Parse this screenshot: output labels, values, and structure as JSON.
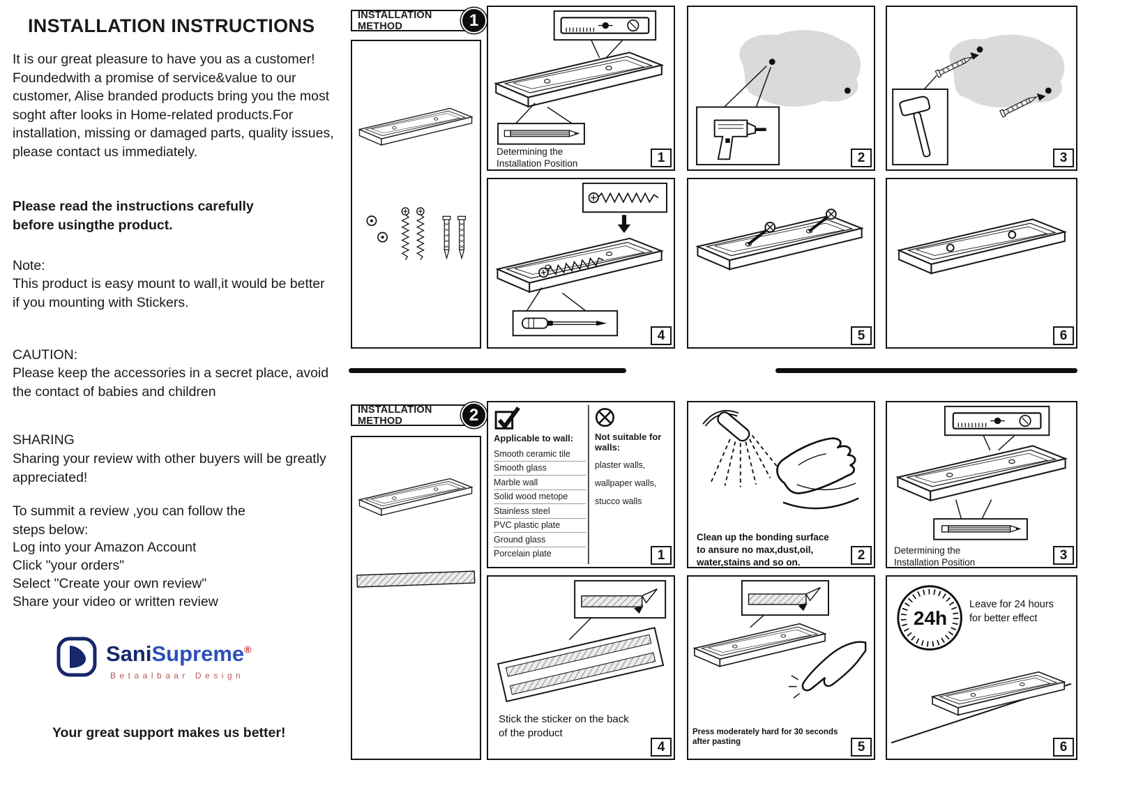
{
  "colors": {
    "ink": "#1a1a1a",
    "brand_navy": "#16276b",
    "brand_blue": "#2b50b8",
    "brand_red": "#cc2222",
    "tagline_red": "#b85450",
    "wall_gray": "#dadada"
  },
  "left": {
    "title": "INSTALLATION INSTRUCTIONS",
    "intro": "It is our great pleasure to have you as a customer! Foundedwith a promise of service&value to our customer, Alise branded products bring you the most soght after looks in Home-related products.For installation, missing or damaged parts, quality issues, please contact us immediately.",
    "read_note": "Please read the instructions carefully before usingthe product.",
    "note_label": "Note:",
    "note_text": "This product is easy mount to wall,it would be better if you mounting with Stickers.",
    "caution_label": "CAUTION:",
    "caution_text": "Please keep the accessories in a secret place, avoid the contact of babies and children",
    "sharing_label": "SHARING",
    "sharing_text": "Sharing your review with other buyers will be greatly appreciated!",
    "review_intro": "To summit a review ,you can follow the steps below:",
    "review_steps": [
      "Log into your Amazon Account",
      "Click \"your orders\"",
      "Select \"Create your own review\"",
      "Share your video or written review"
    ],
    "brand": {
      "part1": "Sani",
      "part2": "Supreme",
      "reg": "®",
      "tagline": "Betaalbaar Design"
    },
    "footer": "Your great support makes us better!"
  },
  "method1": {
    "title": "INSTALLATION METHOD",
    "number": "1",
    "step1_caption": [
      "Determining the",
      "Installation Position"
    ],
    "badges": [
      "1",
      "2",
      "3",
      "4",
      "5",
      "6"
    ]
  },
  "method2": {
    "title": "INSTALLATION METHOD",
    "number": "2",
    "badges": [
      "1",
      "2",
      "3",
      "4",
      "5",
      "6"
    ],
    "step1": {
      "applicable_label": "Applicable to wall:",
      "applicable_items": [
        "Smooth ceramic tile",
        "Smooth glass",
        "Marble wall",
        "Solid wood metope",
        "Stainless steel",
        "PVC plastic plate",
        "Ground glass",
        "Porcelain plate"
      ],
      "not_suitable_label": "Not suitable for walls:",
      "not_suitable_items": [
        "plaster walls,",
        "wallpaper walls,",
        "stucco walls"
      ]
    },
    "step2_caption": [
      "Clean up the bonding surface",
      "to ansure no max,dust,oil,",
      "water,stains and so on."
    ],
    "step3_caption": [
      "Determining the",
      "Installation Position"
    ],
    "step4_caption": [
      "Stick the sticker on the back",
      "of the product"
    ],
    "step5_caption": [
      "Press moderately hard for 30 seconds",
      "after pasting"
    ],
    "step6_badge": "24h",
    "step6_caption": [
      "Leave for 24 hours",
      "for better effect"
    ]
  },
  "icons": [
    "shelf-illustration",
    "level-icon",
    "pencil-icon",
    "screw-icon",
    "anchor-icon",
    "cap-icon",
    "screwdriver-icon",
    "drill-icon",
    "hammer-icon",
    "shower-icon",
    "hand-icon",
    "adhesive-strip-icon",
    "peel-sticker-icon",
    "clock-icon",
    "check-icon",
    "no-symbol-icon",
    "wall-surface"
  ]
}
